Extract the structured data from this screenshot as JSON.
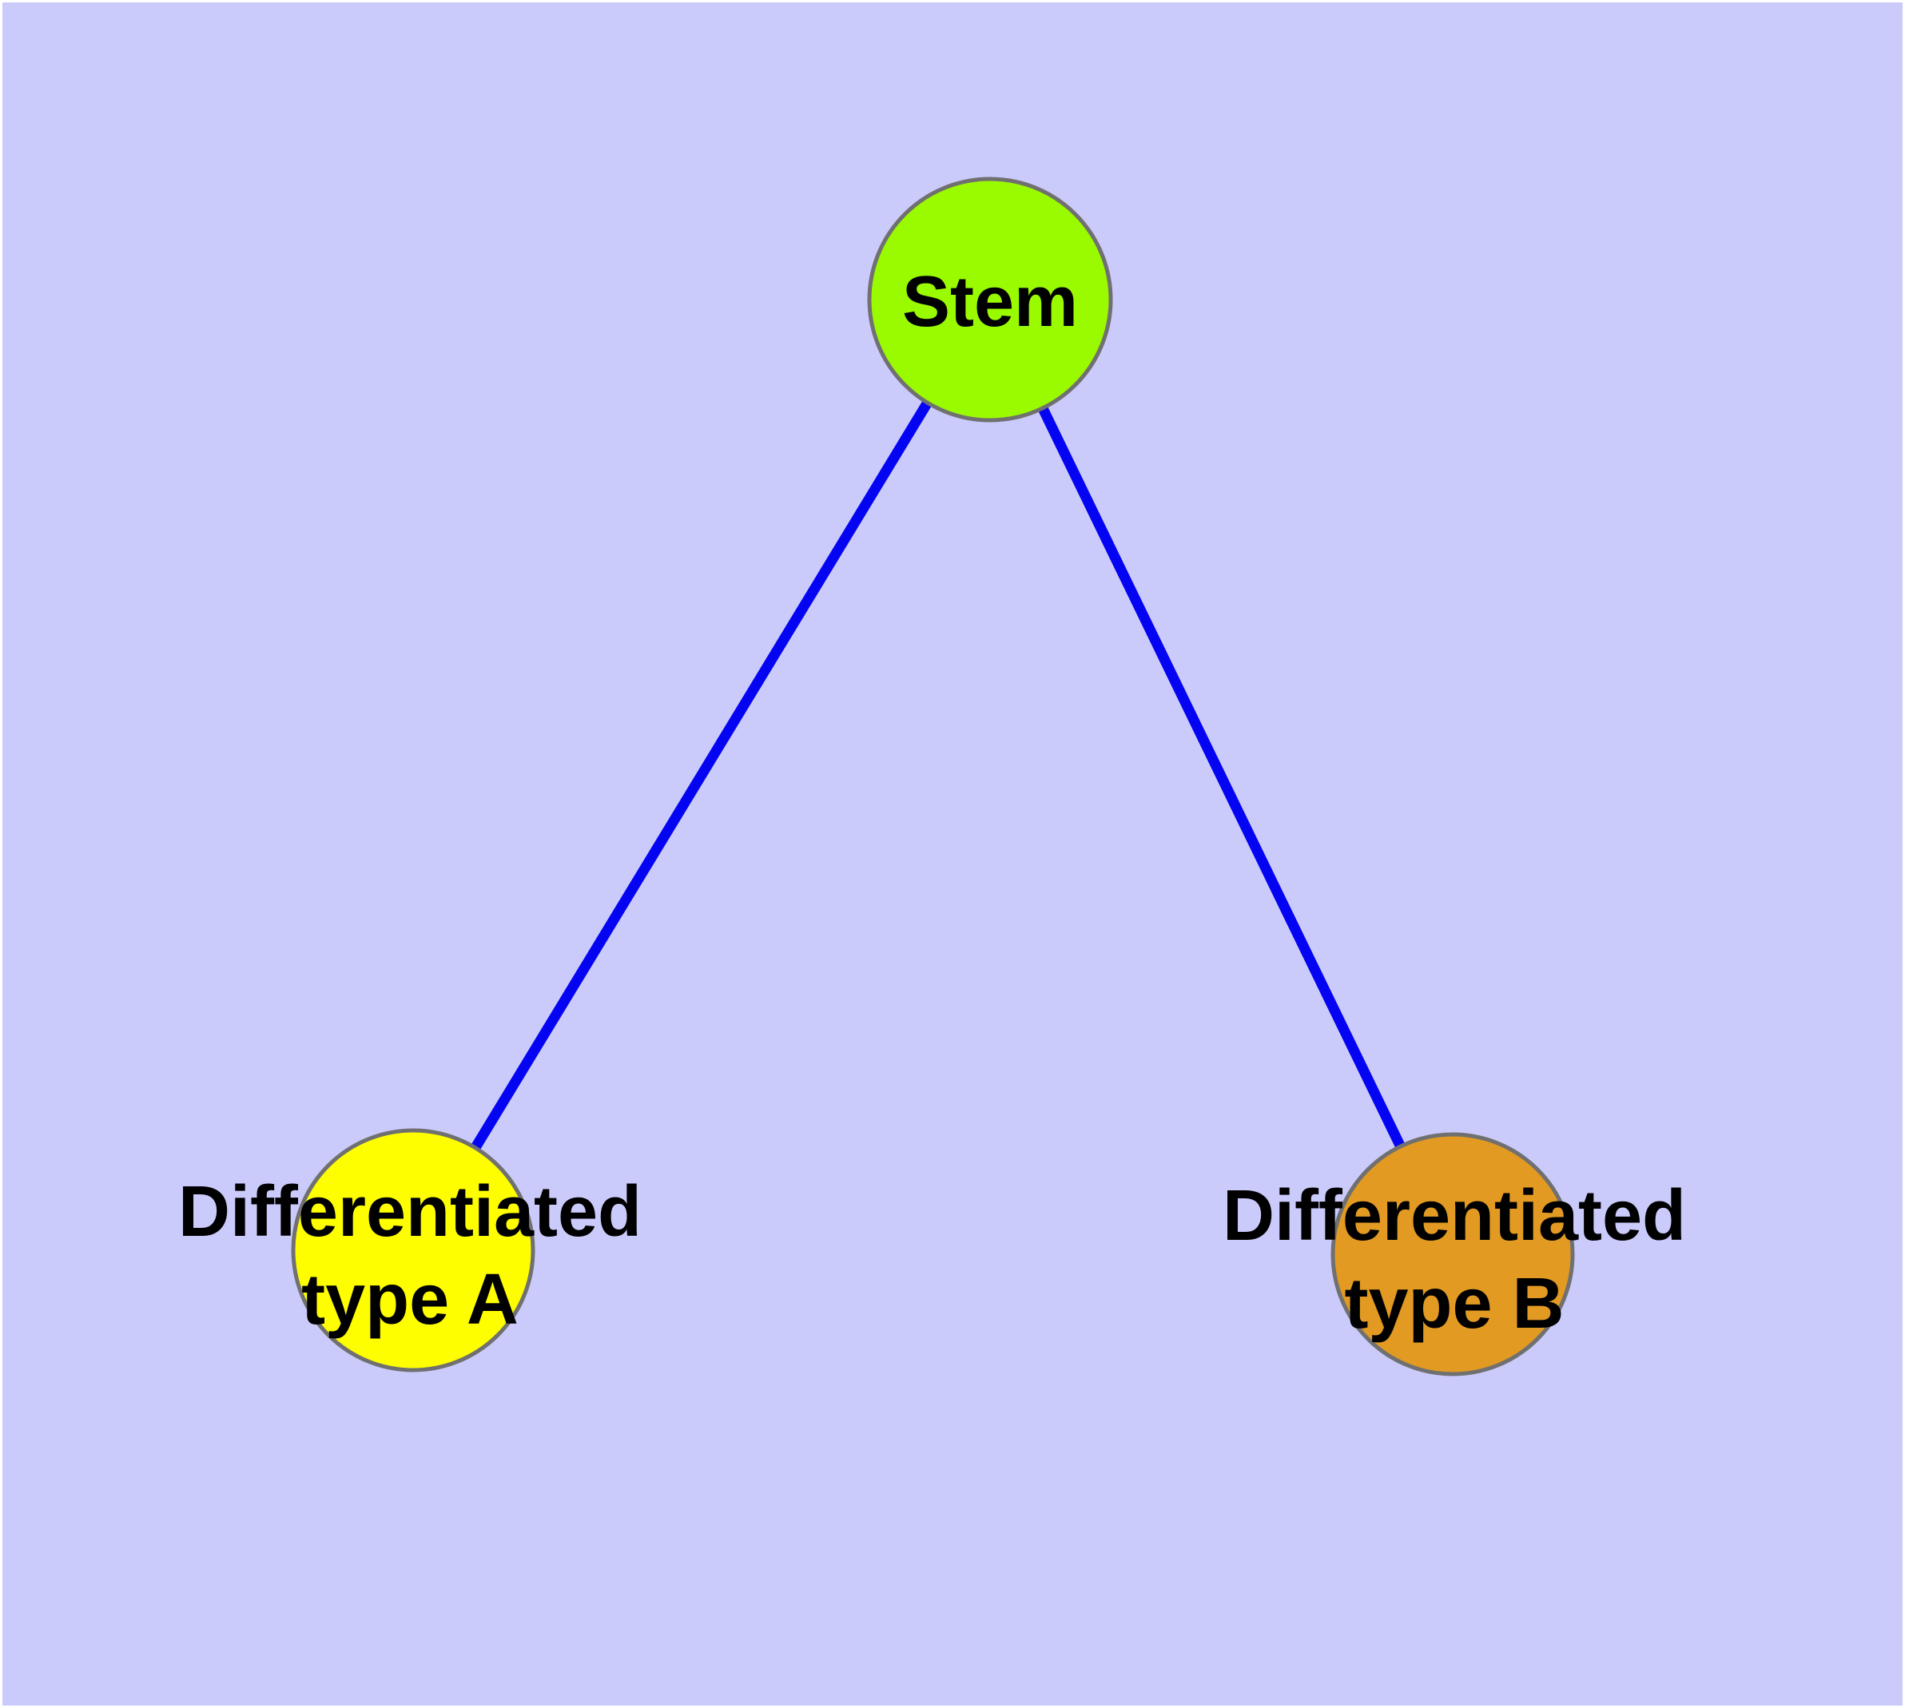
{
  "canvas": {
    "background_color": "#CBCBFB",
    "frame_color": "#FFFFFF"
  },
  "diagram": {
    "type": "graph",
    "text_color": "#000000",
    "node_border_color": "#707070",
    "nodes": [
      {
        "id": "stem",
        "label": "Stem",
        "fill": "#9AFB00"
      },
      {
        "id": "differentiated-type-a",
        "label": "Differentiated type A",
        "label_lines": [
          "Differentiated",
          "type A"
        ],
        "fill": "#FEFE00"
      },
      {
        "id": "differentiated-type-b",
        "label": "Differentiated type B",
        "label_lines": [
          "Differentiated",
          "type B"
        ],
        "fill": "#E29A22"
      }
    ],
    "edges": [
      {
        "from": "stem",
        "to": "differentiated-type-a",
        "color": "#0404F2"
      },
      {
        "from": "stem",
        "to": "differentiated-type-b",
        "color": "#0404F2"
      }
    ]
  }
}
